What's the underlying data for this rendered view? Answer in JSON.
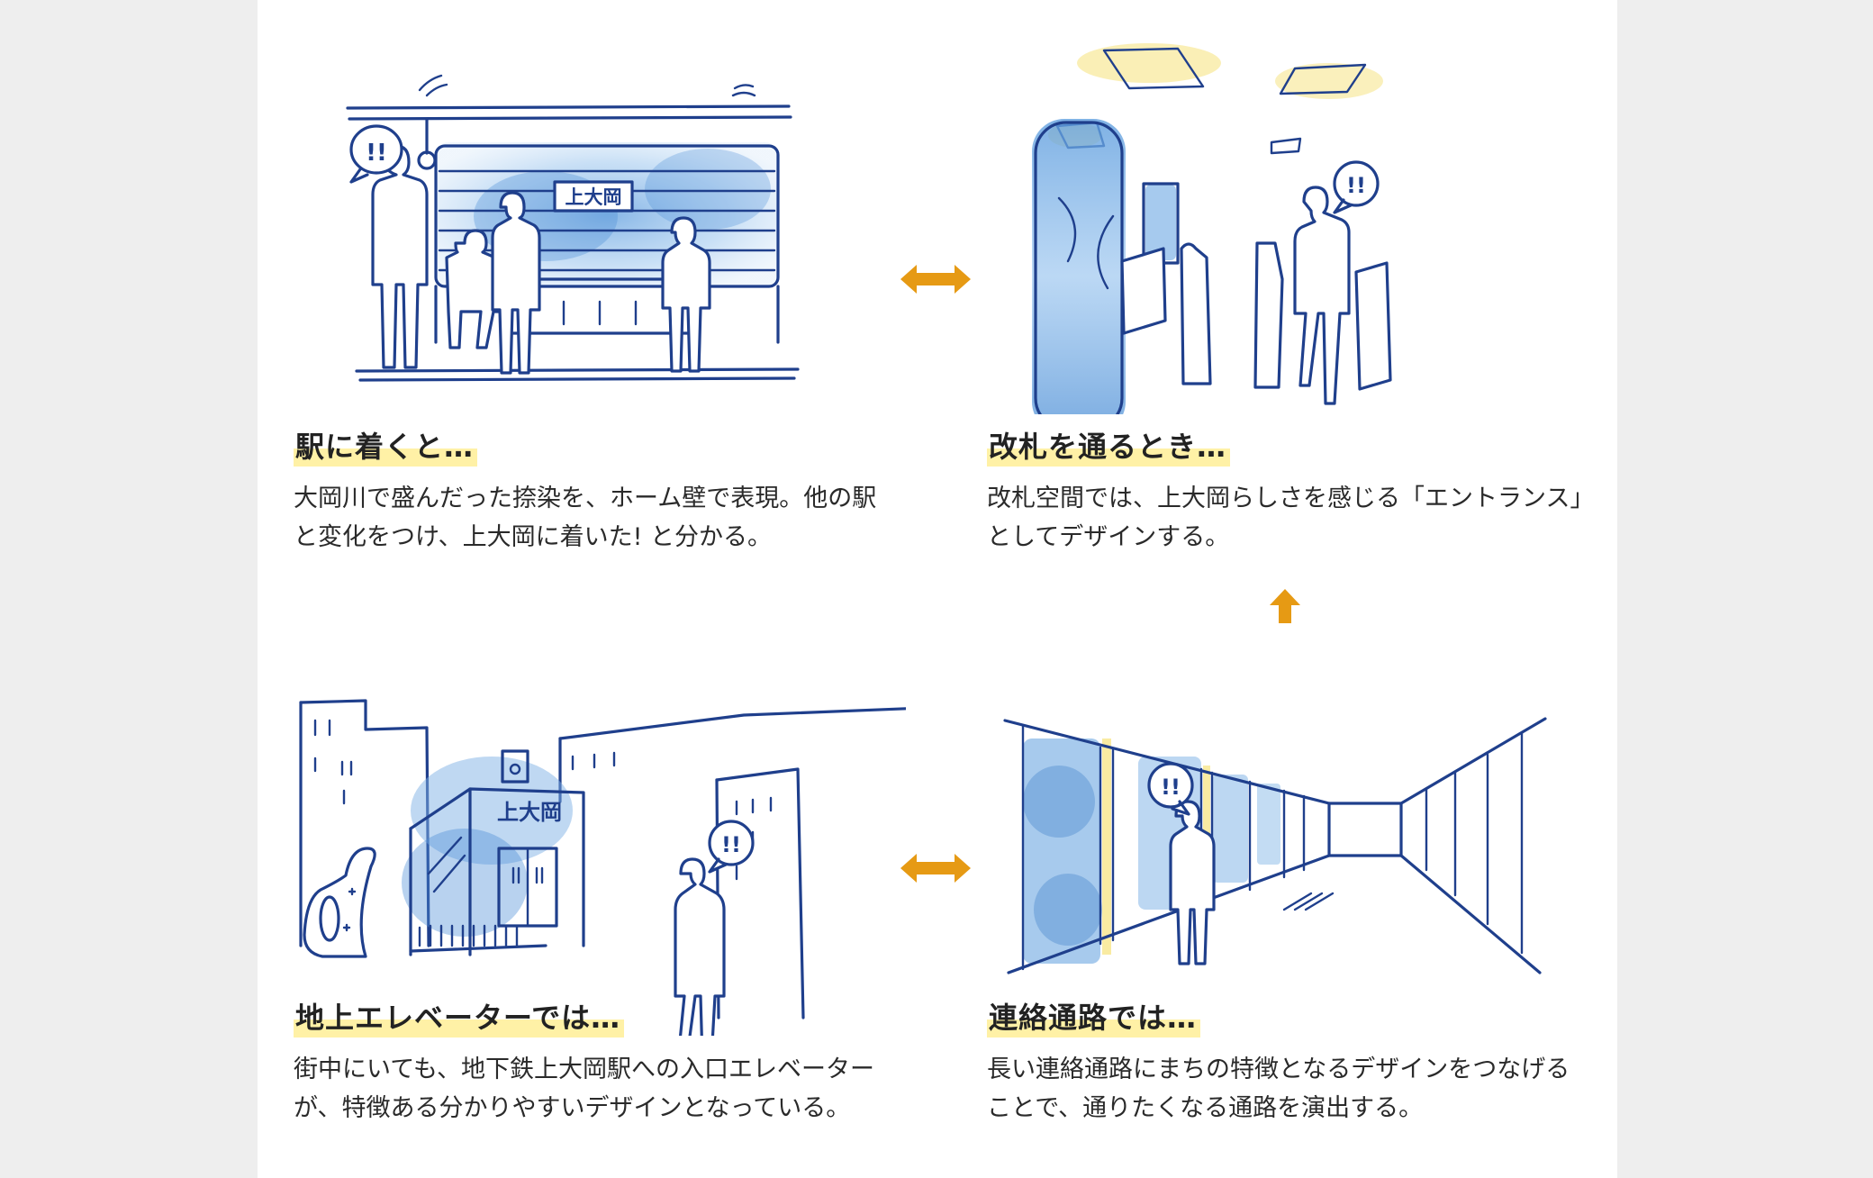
{
  "colors": {
    "ink": "#1f3f8c",
    "watercolor_blue": "#7fb2e6",
    "watercolor_yellow": "#f6e27a",
    "highlight": "#fff1a6",
    "arrow": "#e69a14"
  },
  "panels": [
    {
      "id": "arrival",
      "heading": "駅に着くと…",
      "lines": [
        "大岡川で盛んだった捺染を、ホーム壁で表現。他の駅",
        "と変化をつけ、上大岡に着いた! と分かる。"
      ],
      "sign": "上大岡",
      "speech": "!!"
    },
    {
      "id": "gate",
      "heading": "改札を通るとき…",
      "lines": [
        "改札空間では、上大岡らしさを感じる「エントランス」",
        "としてデザインする。"
      ],
      "speech": "!!"
    },
    {
      "id": "elevator",
      "heading": "地上エレベーターでは…",
      "lines": [
        "街中にいても、地下鉄上大岡駅への入口エレベーター",
        "が、特徴ある分かりやすいデザインとなっている。"
      ],
      "sign": "上大岡",
      "speech": "!!"
    },
    {
      "id": "passage",
      "heading": "連絡通路では…",
      "lines": [
        "長い連絡通路にまちの特徴となるデザインをつなげる",
        "ことで、通りたくなる通路を演出する。"
      ],
      "speech": "!!"
    }
  ],
  "arrows": [
    {
      "id": "arrival-gate",
      "icon": "double-arrow-horizontal-icon"
    },
    {
      "id": "passage-gate",
      "icon": "arrow-up-icon"
    },
    {
      "id": "elevator-passage",
      "icon": "double-arrow-horizontal-icon"
    }
  ]
}
